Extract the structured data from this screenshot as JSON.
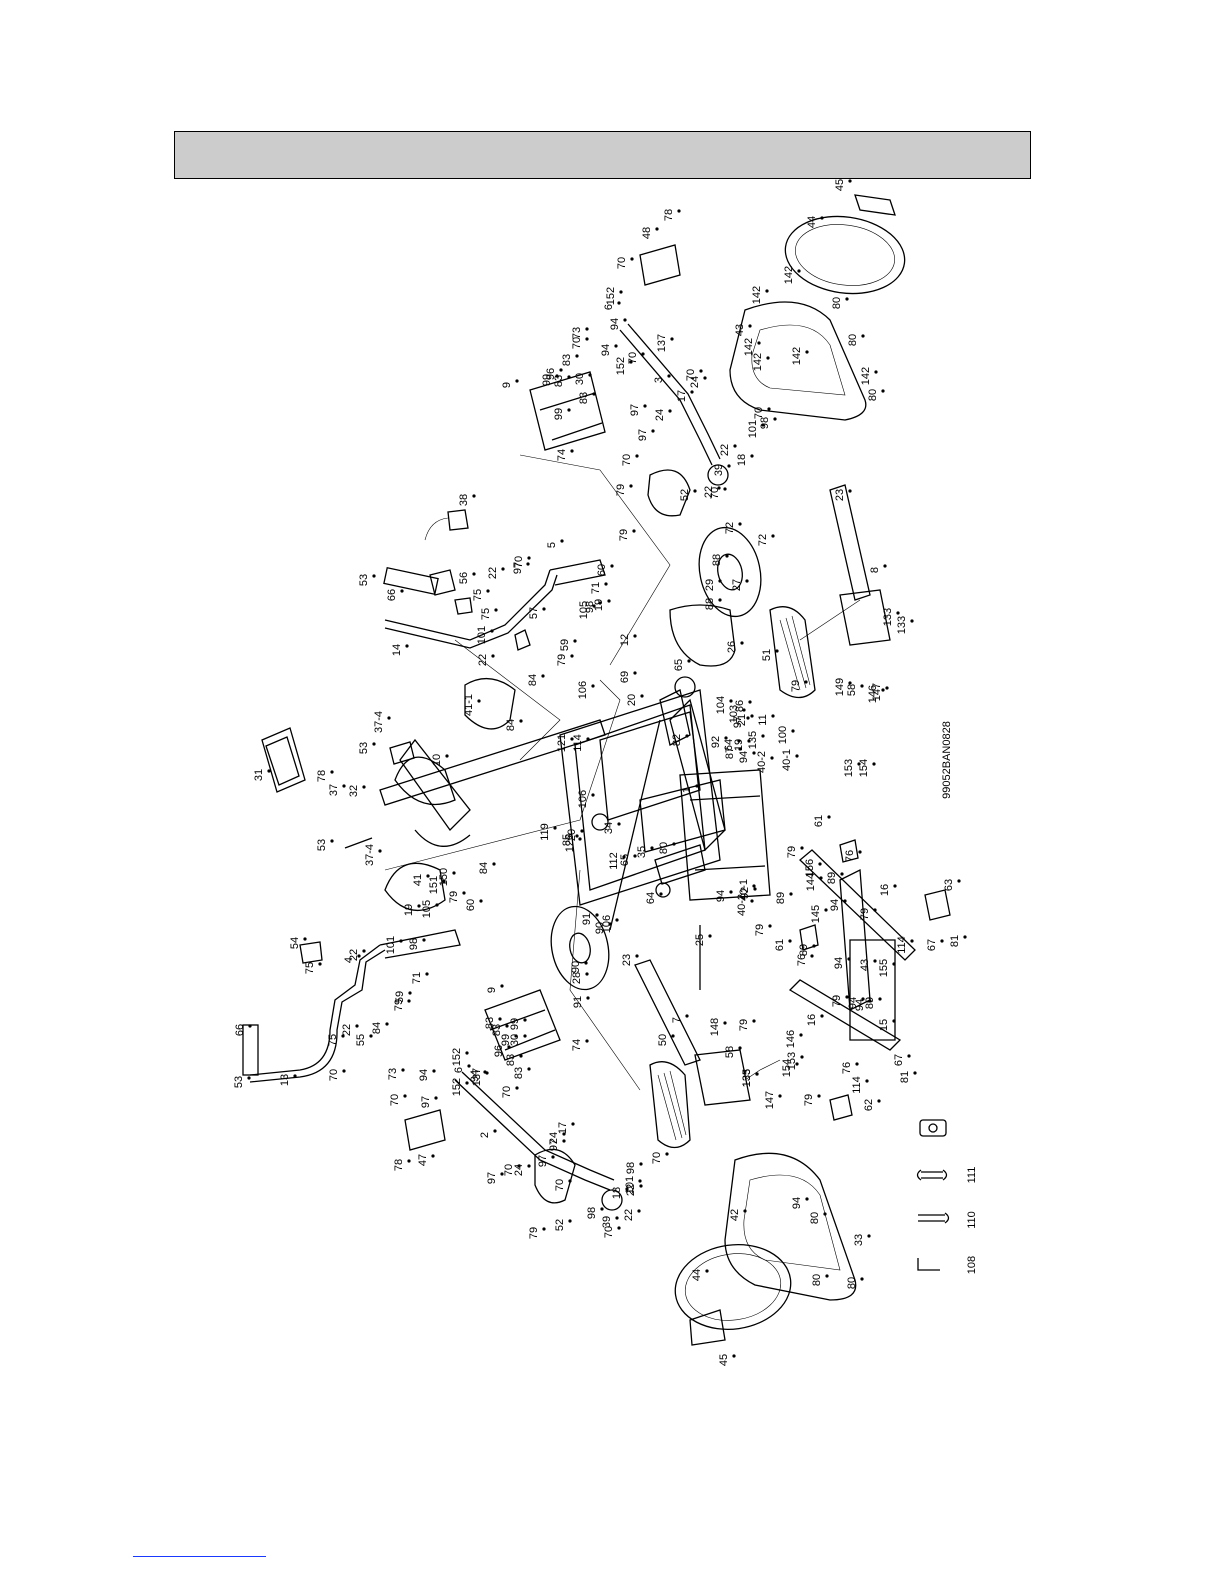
{
  "header": {
    "title": ""
  },
  "drawing_code": "99052BAN0828",
  "part_labels": [
    "1",
    "2",
    "3",
    "4",
    "5",
    "6",
    "7",
    "8",
    "9",
    "10",
    "11",
    "12",
    "13",
    "14",
    "15",
    "16",
    "17",
    "18",
    "19",
    "20",
    "21",
    "22",
    "23",
    "24",
    "25",
    "26",
    "27",
    "28",
    "29",
    "30",
    "31",
    "32",
    "33",
    "34",
    "35",
    "37",
    "38",
    "39",
    "41",
    "42",
    "43",
    "44",
    "45",
    "47",
    "48",
    "50",
    "51",
    "52",
    "53",
    "54",
    "55",
    "56",
    "57",
    "58",
    "59",
    "60",
    "61",
    "62",
    "63",
    "64",
    "65",
    "66",
    "67",
    "69",
    "70",
    "71",
    "72",
    "73",
    "74",
    "75",
    "76",
    "78",
    "79",
    "80",
    "81",
    "82",
    "83",
    "84",
    "85",
    "86",
    "87",
    "88",
    "89",
    "90",
    "91",
    "92",
    "94",
    "96",
    "97",
    "98",
    "99",
    "100",
    "101",
    "103",
    "104",
    "105",
    "106",
    "112",
    "114",
    "119",
    "120",
    "121",
    "133",
    "135",
    "137",
    "142",
    "144",
    "145",
    "146",
    "147",
    "148",
    "149",
    "150",
    "151",
    "152",
    "153",
    "154",
    "155",
    "156",
    "37-4",
    "40-1",
    "40-2",
    "41-1"
  ],
  "tools": [
    {
      "id": "tool-108",
      "label": "108",
      "icon": "allen-key-icon"
    },
    {
      "id": "tool-110",
      "label": "110",
      "icon": "open-wrench-icon"
    },
    {
      "id": "tool-111",
      "label": "111",
      "icon": "double-wrench-icon"
    }
  ],
  "colors": {
    "header_fill": "#cccccc",
    "line": "#000000",
    "footer_link_line": "#1a39ff"
  }
}
